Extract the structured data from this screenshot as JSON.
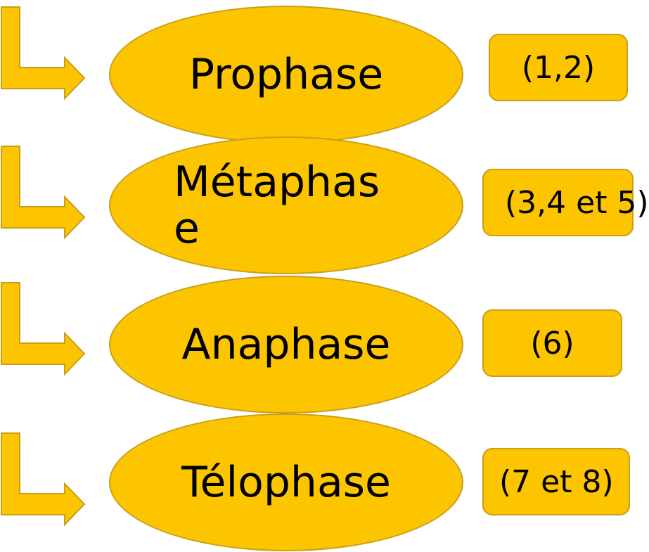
{
  "phases": [
    {
      "name": "Prophase",
      "stages": "(1,2)"
    },
    {
      "name": "Métaphase",
      "stages": "(3,4 et 5)"
    },
    {
      "name": "Anaphase",
      "stages": "(6)"
    },
    {
      "name": "Télophase",
      "stages": "(7 et 8)"
    }
  ],
  "colors": {
    "fill": "#fcc500",
    "stroke": "#c99f1a",
    "text": "#000000"
  },
  "icons": {
    "row_marker": "bent-arrow-right-icon"
  }
}
